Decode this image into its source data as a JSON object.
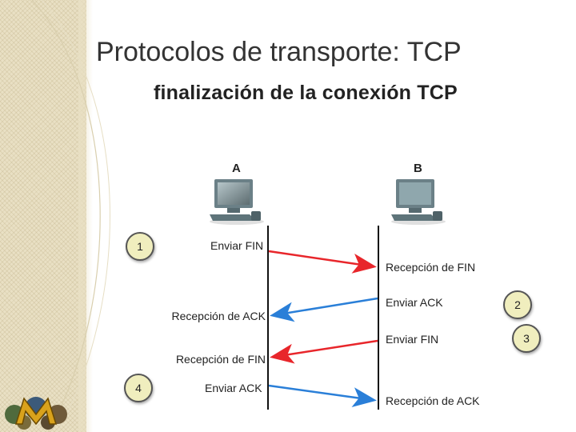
{
  "slide": {
    "title": "Protocolos de transporte: TCP"
  },
  "diagram": {
    "title": "finalización de la conexión TCP",
    "hosts": {
      "a": "A",
      "b": "B"
    },
    "steps": [
      "1",
      "2",
      "3",
      "4"
    ],
    "messages": {
      "a_send_fin": "Enviar FIN",
      "b_recv_fin": "Recepción de FIN",
      "b_send_ack": "Enviar ACK",
      "a_recv_ack": "Recepción de ACK",
      "b_send_fin": "Enviar FIN",
      "a_recv_fin": "Recepción de FIN",
      "a_send_ack": "Enviar ACK",
      "b_recv_ack": "Recepción de ACK"
    },
    "colors": {
      "fin_arrow": "#e8262b",
      "ack_arrow": "#2a7fd8",
      "step_fill": "#f0eebe"
    }
  }
}
